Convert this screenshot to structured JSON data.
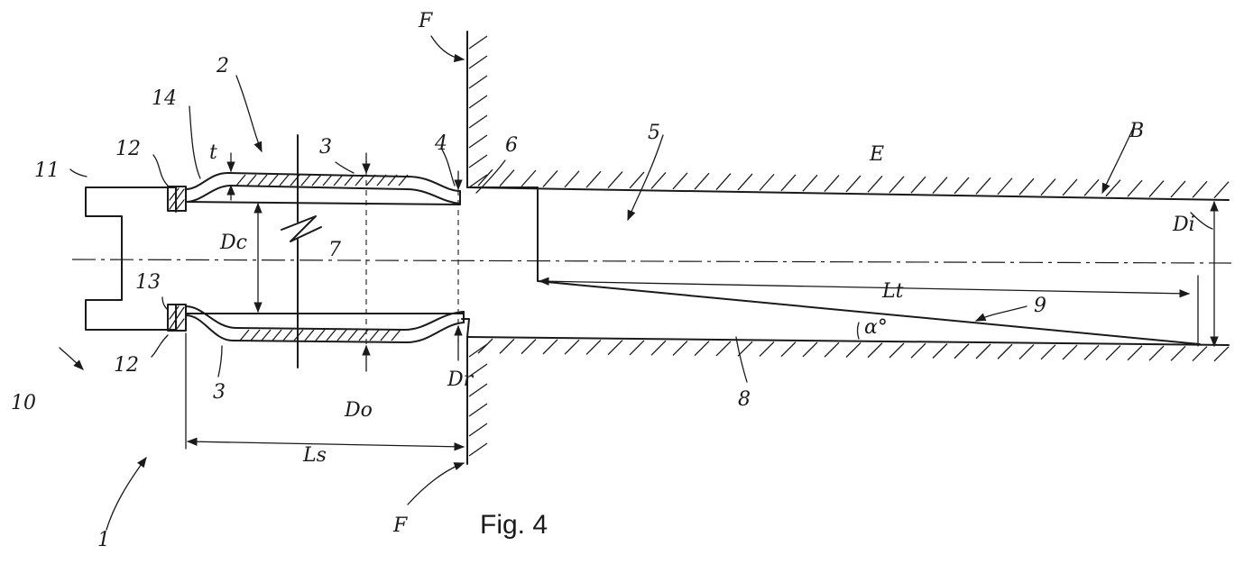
{
  "figure": {
    "caption": "Fig. 4",
    "labels": {
      "l1": "1",
      "l2": "2",
      "l3a": "3",
      "l3b": "3",
      "l4": "4",
      "l5": "5",
      "l6": "6",
      "l7": "7",
      "l8": "8",
      "l9": "9",
      "l10": "10",
      "l11": "11",
      "l12a": "12",
      "l12b": "12",
      "l13": "13",
      "l14": "14",
      "E": "E",
      "B": "B",
      "F_top": "F",
      "F_bottom": "F",
      "t": "t",
      "Dc": "Dc",
      "Do": "Do",
      "Dr": "Dr",
      "Di": "Di",
      "Ls": "Ls",
      "Lt": "Lt",
      "alpha": "α°"
    }
  }
}
